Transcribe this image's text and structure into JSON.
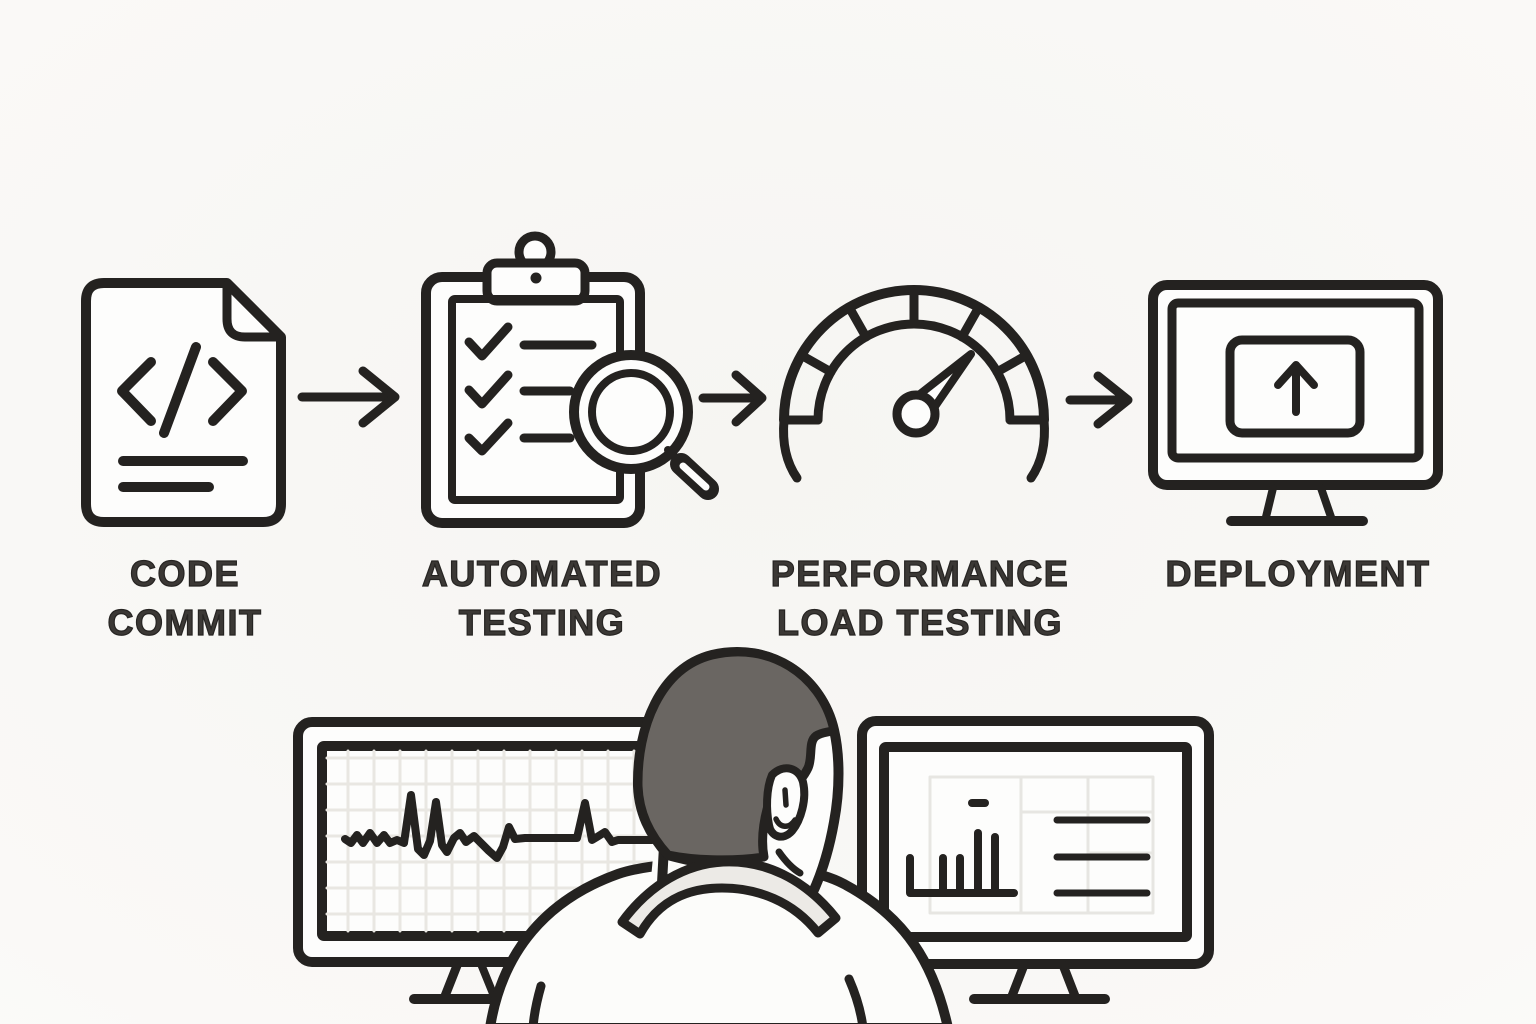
{
  "pipeline": {
    "steps": [
      {
        "id": "code-commit",
        "label": "CODE COMMIT",
        "icon": "code-file-icon"
      },
      {
        "id": "automated-testing",
        "label": "AUTOMATED TESTING",
        "icon": "clipboard-checklist-magnifier-icon"
      },
      {
        "id": "performance-load-testing",
        "label": "PERFORMANCE LOAD TESTING",
        "icon": "speedometer-icon"
      },
      {
        "id": "deployment",
        "label": "DEPLOYMENT",
        "icon": "monitor-upload-icon"
      }
    ],
    "connector_icon": "arrow-right-icon"
  },
  "scene": {
    "elements": [
      "engineer-rear-view",
      "left-monitor-waveform-chart",
      "right-monitor-bar-chart"
    ]
  },
  "colors": {
    "background": "#faf9f7",
    "line": "#242220",
    "hair": "#6a6662",
    "collar": "#eceae6",
    "grid": "#e9e7e2",
    "label_text": "#3b3835"
  }
}
